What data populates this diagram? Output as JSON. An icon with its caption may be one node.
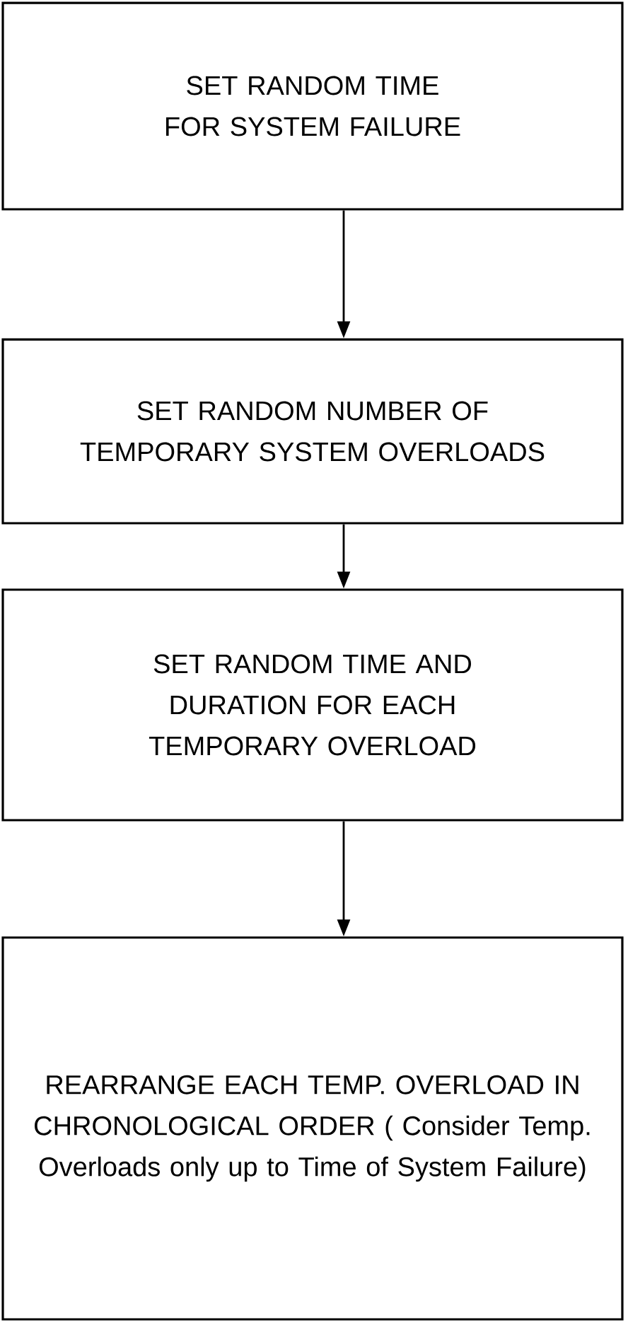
{
  "diagram": {
    "nodes": [
      {
        "text": [
          "SET RANDOM TIME FOR SYSTEM FAILURE"
        ]
      },
      {
        "text": [
          "SET RANDOM NUMBER OF TEMPORARY SYSTEM OVERLOADS"
        ]
      },
      {
        "text": [
          "SET RANDOM TIME AND DURATION FOR EACH TEMPORARY OVERLOAD"
        ]
      },
      {
        "text": [
          "REARRANGE EACH TEMP. OVERLOAD IN CHRONOLOGICAL ORDER ( Consider Temp. Overloads only up to Time of System Failure)"
        ]
      }
    ],
    "edges": [
      {
        "from": 0,
        "to": 1,
        "arrow": "to"
      },
      {
        "from": 1,
        "to": 2,
        "arrow": "to"
      },
      {
        "from": 2,
        "to": 3,
        "arrow": "to"
      }
    ]
  }
}
